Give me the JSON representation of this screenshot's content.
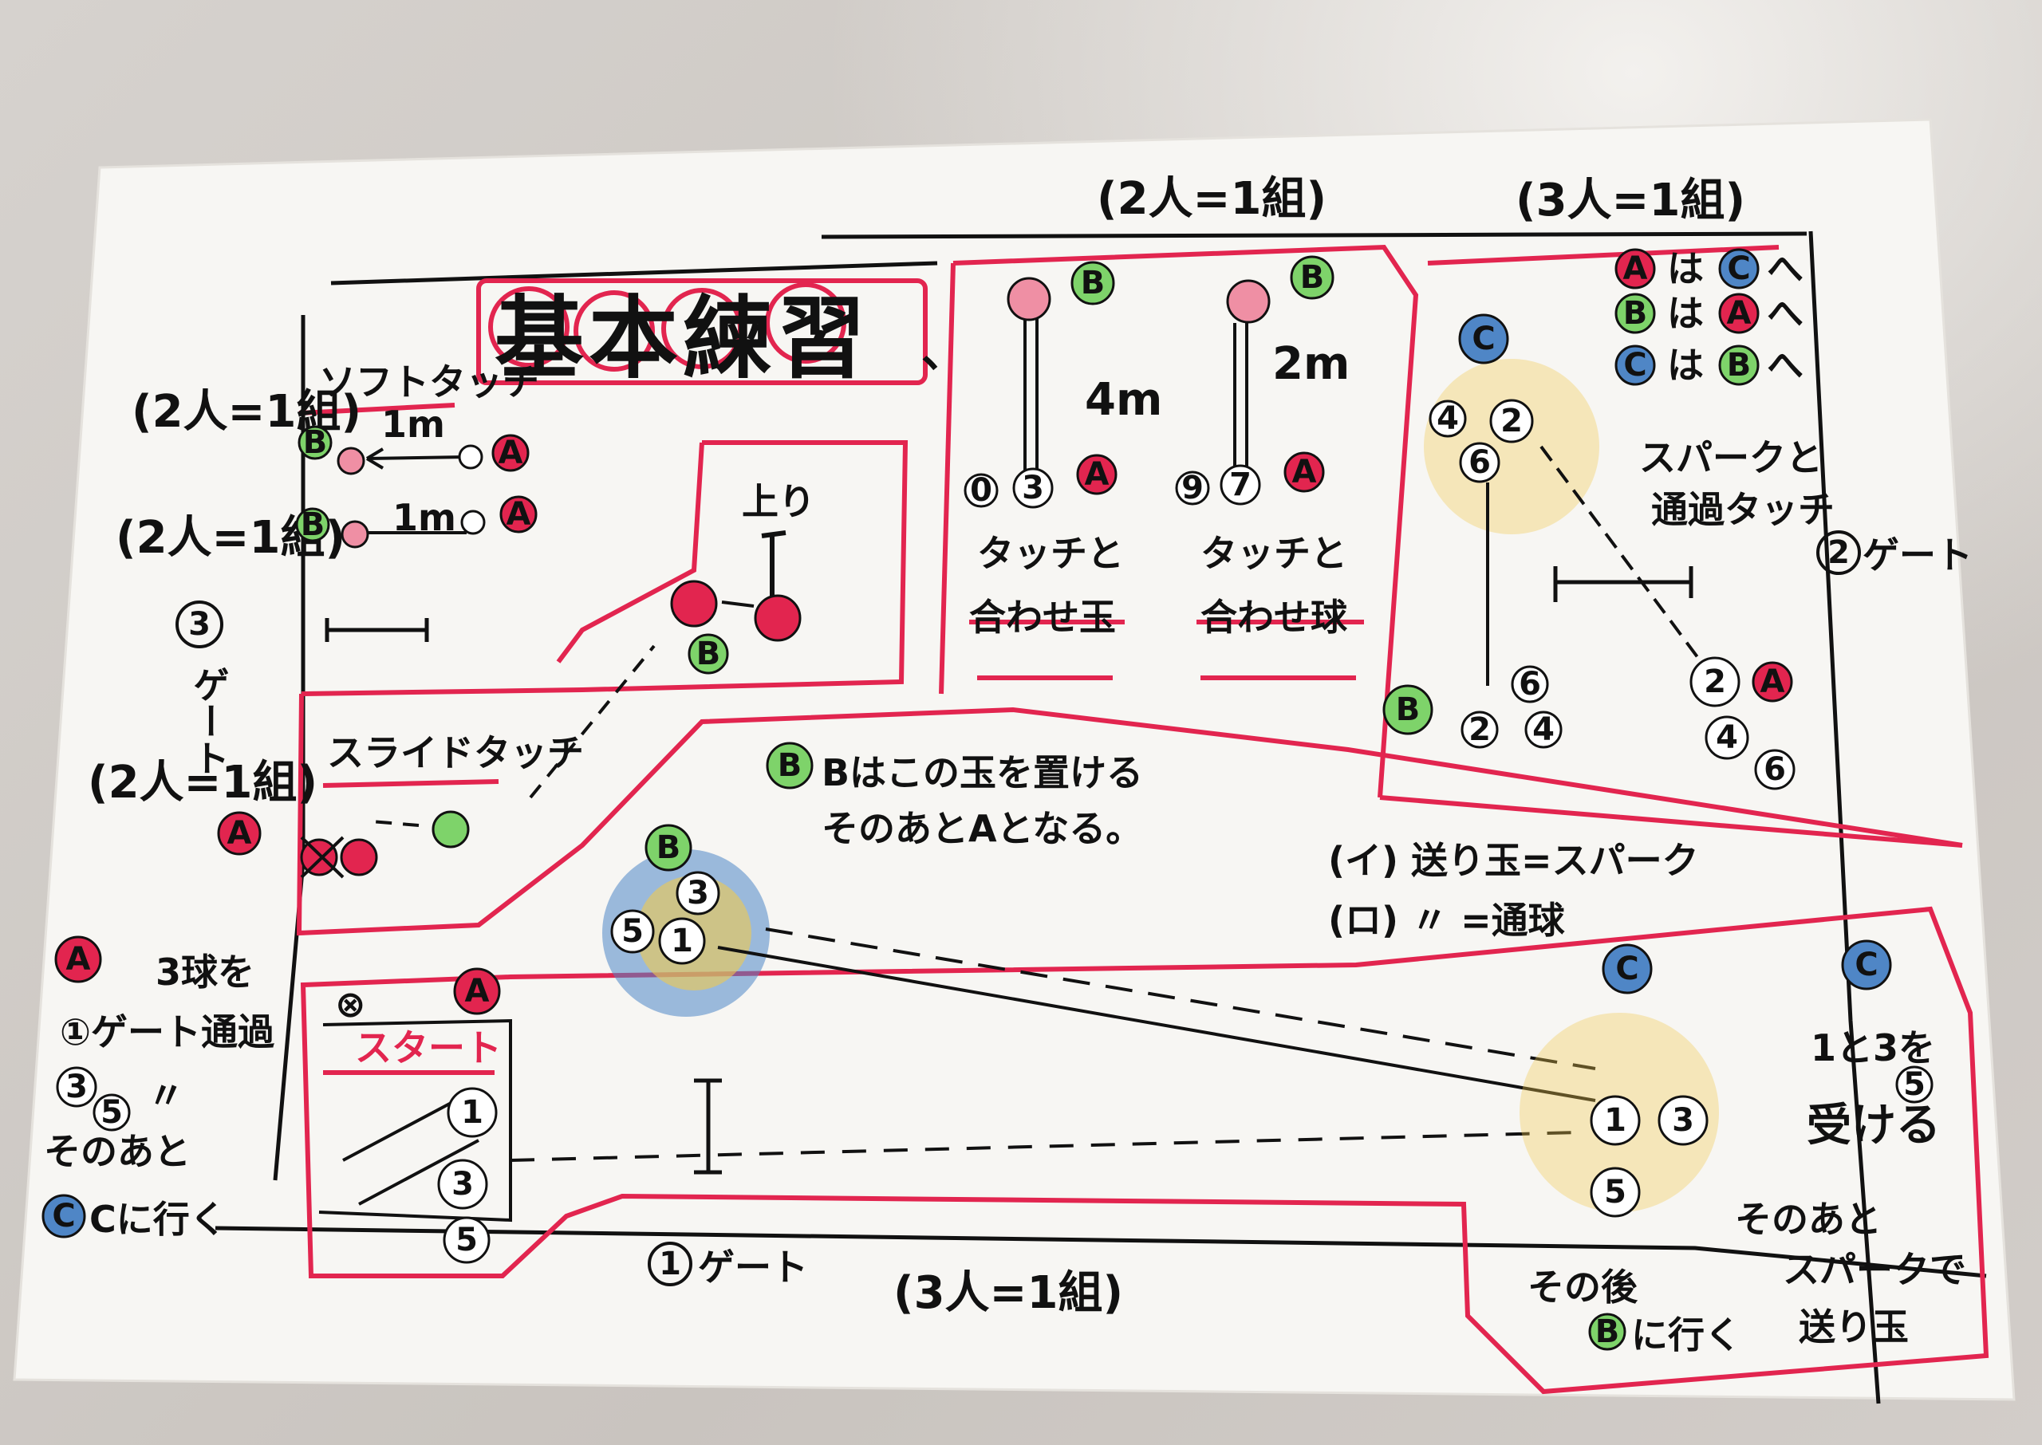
{
  "diagram": {
    "title": "基本練習",
    "top_labels": {
      "pair_group": "(2人=1組)",
      "trio_group": "(3人=1組)"
    },
    "soft_touch": {
      "label": "ソフトタッチ",
      "group1": "(2人=1組)",
      "group2": "(2人=1組)",
      "distance": "1m",
      "pair_b": "B",
      "pair_a": "A"
    },
    "gate3": {
      "num": "3",
      "label": "ゲート"
    },
    "slide_touch": {
      "label": "スライドタッチ",
      "group": "(2人=1組)",
      "player": "A"
    },
    "agari": "上り",
    "touch_cards": [
      {
        "label1": "タッチと",
        "label2": "合わせ玉",
        "distance": "4m",
        "ball_nums": [
          "0",
          "3"
        ],
        "player": "B",
        "partner": "A"
      },
      {
        "label1": "タッチと",
        "label2": "合わせ球",
        "distance": "2m",
        "ball_nums": [
          "9",
          "7"
        ],
        "player": "B",
        "partner": "A"
      }
    ],
    "rotation": [
      {
        "from": "A",
        "text": "は",
        "to": "C",
        "suffix": "へ"
      },
      {
        "from": "B",
        "text": "は",
        "to": "A",
        "suffix": "へ"
      },
      {
        "from": "C",
        "text": "は",
        "to": "B",
        "suffix": "へ"
      }
    ],
    "spark_right": {
      "label1": "スパークと",
      "label2": "通過タッチ",
      "gate": "2",
      "gate_label": "ゲート",
      "player_c": "C",
      "player_b": "B",
      "player_a": "A",
      "cluster_top": [
        "4",
        "2",
        "6"
      ],
      "cluster_bottom": [
        "6",
        "2",
        "4"
      ],
      "cluster_right": [
        "2",
        "4",
        "6"
      ]
    },
    "center_note": {
      "line1": "Bはこの玉を置ける",
      "line2": "そのあとAとなる。"
    },
    "center_cluster": [
      "B",
      "3",
      "5",
      "1"
    ],
    "spark_notes": {
      "line1": "(イ) 送り玉=スパーク",
      "line2": "(ロ)  〃  =通球"
    },
    "left_notes": {
      "a_label": "A",
      "line1": "3球を",
      "line2": "①ゲート通過",
      "ball3": "3",
      "ball5": "5",
      "ditto": "〃",
      "then": "そのあと",
      "go": "Cに行く",
      "c_label": "C"
    },
    "start_box": {
      "start": "スタート",
      "a_label": "A",
      "cross": "⊗",
      "balls": [
        "1",
        "3",
        "5"
      ]
    },
    "gate1": {
      "num": "1",
      "label": "ゲート"
    },
    "bottom_group": "(3人=1組)",
    "bottom_right": {
      "c_label": "C",
      "receive_line1": "1と3を",
      "receive_5": "5",
      "receive_line2": "受ける",
      "then": "そのあと",
      "spark": "スパークで",
      "send": "送り玉",
      "after": "その後",
      "b_label": "B",
      "go": "に行く",
      "balls": [
        "1",
        "3",
        "5"
      ]
    },
    "colors": {
      "red_pen": "#e2254f",
      "black_pen": "#111111",
      "green": "#7ed36a",
      "blue": "#4f86c6",
      "yellow": "#f0c94e",
      "paper": "#f7f6f3",
      "pink": "#ef8fa4"
    }
  }
}
